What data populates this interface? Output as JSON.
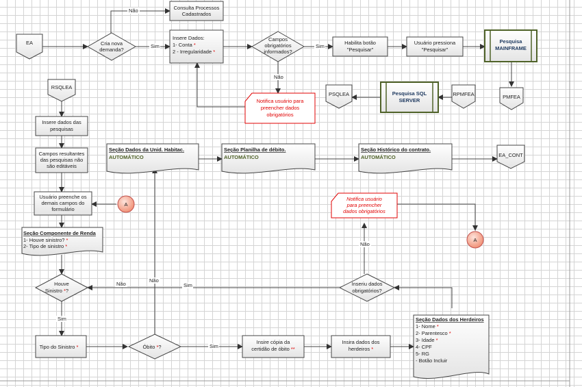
{
  "nodes": {
    "ea": "EA",
    "cria_demanda": [
      "Cria nova",
      "demanda?"
    ],
    "consulta": [
      "Consulta Processos",
      "Cadastrados"
    ],
    "insere_dados": {
      "title": "Insere Dados:",
      "l1": "1- Conta",
      "l2": "2 - Irregularidade"
    },
    "campos_obrig": [
      "Campos",
      "obrigatórios",
      "informados?"
    ],
    "habilita": [
      "Habilita botão",
      "\"Pesquisar\""
    ],
    "usuario_pressiona": [
      "Usuário pressiona",
      "\"Pesquisar\""
    ],
    "pesquisa_mainframe": [
      "Pesquisa",
      "MAINFRAME"
    ],
    "pmfea": "PMFEA",
    "rpmfea": "RPMFEA",
    "pesquisa_sql": [
      "Pesquisa SQL",
      "SERVER"
    ],
    "psqlea": "PSQLEA",
    "notifica_top": [
      "Notifica usuário para",
      "preencher dados",
      "obrigatórios"
    ],
    "rsqlea": "RSQLEA",
    "insere_pesquisas": [
      "Insere dados das",
      "pesquisas"
    ],
    "campos_result": [
      "Campos resultantes",
      "das pesquisas não",
      "são editáveis"
    ],
    "usuario_preenche": [
      "Usuário preenche os",
      "demais campos do",
      "formulário"
    ],
    "connector_a": "A",
    "secao_renda": {
      "title": "Seção Componente de Renda",
      "l1": "1- Houve sinistro?",
      "l2": "2- Tipo de sinistro"
    },
    "houve_sinistro": [
      "Houve",
      "Sinistro"
    ],
    "tipo_sinistro": "Tipo do Sinistro",
    "obito": "Óbito",
    "insere_certidao": [
      "Insire cópia da",
      "certidão de óbito"
    ],
    "insira_herdeiros": [
      "Insira dados dos",
      "herdeiros"
    ],
    "secao_herdeiros": {
      "title": "Seção Dados dos Herdeiros",
      "items": [
        "1- Nome",
        "2- Parentesco",
        "3- Idade",
        "4- CPF",
        "5- RG",
        "- Botão Incluir"
      ]
    },
    "inseriu_dados": [
      "Inseriu dados",
      "obrigatórios?"
    ],
    "notifica_mid": [
      "Notifica usuário",
      "para preencher",
      "dados obrigatórios"
    ],
    "secao_unid": {
      "title": "Seção Dados da Unid. Habitac.",
      "sub": "AUTOMÁTICO"
    },
    "secao_planilha": {
      "title": "Seção Planilha de débito.",
      "sub": "AUTOMÁTICO"
    },
    "secao_historico": {
      "title": "Seção Histórico do contrato.",
      "sub": "AUTOMÁTICO"
    },
    "ea_cont": "EA_CONT",
    "asterisk": "*"
  },
  "edges": {
    "nao": "Não",
    "sim": "Sim"
  },
  "colors": {
    "line": "#555555",
    "red": "#e00000",
    "green_border": "#4f6228"
  }
}
